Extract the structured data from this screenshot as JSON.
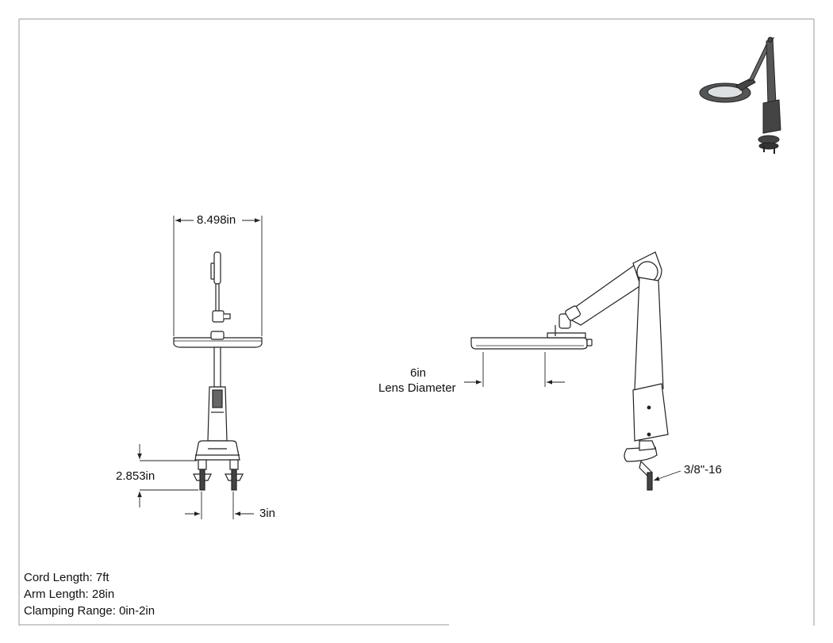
{
  "dimensions": {
    "base_width": "8.498in",
    "clamp_height": "2.853in",
    "clamp_spacing": "3in",
    "lens_value": "6in",
    "lens_label": "Lens Diameter",
    "thread": "3/8\"-16"
  },
  "specs": [
    "Cord Length: 7ft",
    "Arm Length: 28in",
    "Clamping Range: 0in-2in"
  ],
  "colors": {
    "line": "#222222",
    "border": "#999999",
    "shade": "#555555"
  }
}
